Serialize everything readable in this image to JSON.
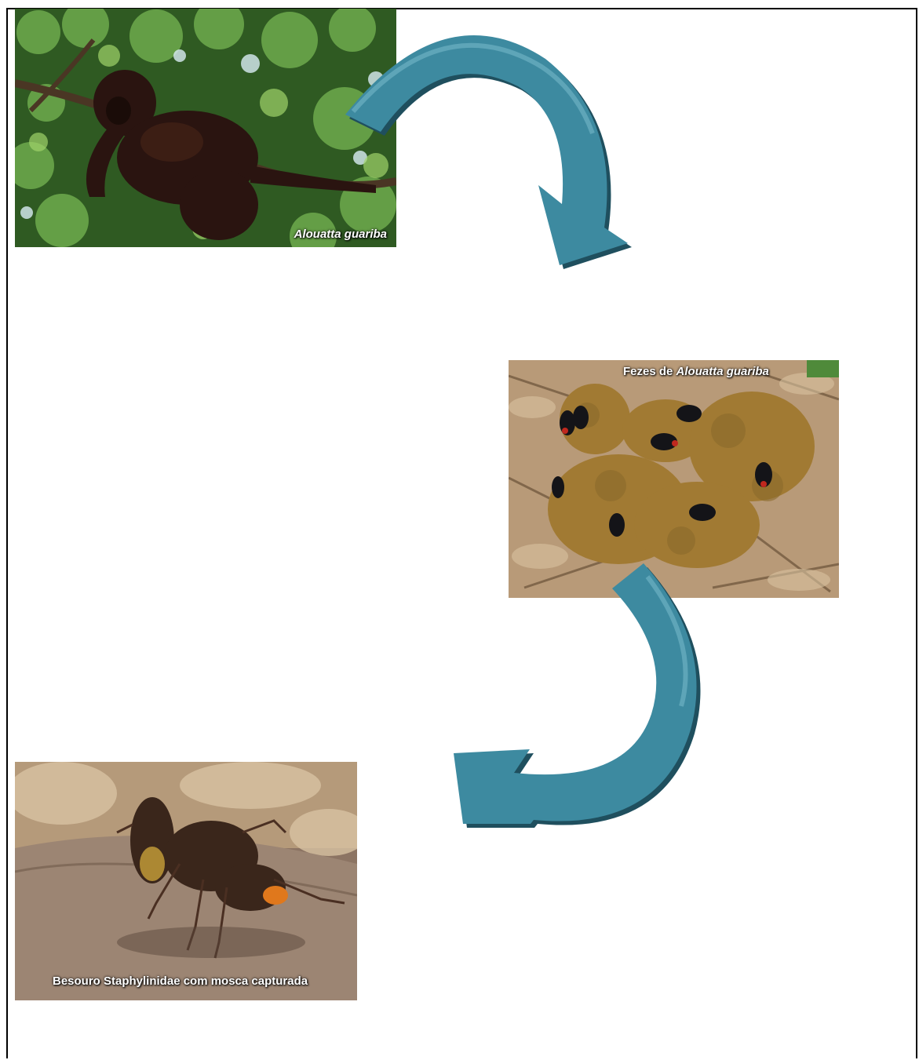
{
  "photos": {
    "monkey": {
      "caption": "Alouatta guariba",
      "colors": {
        "foliage": "#3f7a2a",
        "fur": "#2a1410",
        "sky": "#d9ecf5"
      }
    },
    "feces": {
      "caption_prefix": "Fezes de ",
      "caption_species": "Alouatta guariba",
      "colors": {
        "ground": "#b89a78",
        "feces": "#a17a33",
        "fly": "#141418"
      }
    },
    "beetle": {
      "caption": "Besouro Staphylinidae com mosca capturada",
      "colors": {
        "leaf": "#8c7463",
        "beetle": "#3a261b",
        "tail": "#e0781c"
      }
    }
  },
  "arrows": {
    "color": "#3d8aa0",
    "shadow": "#1f4f5e"
  }
}
